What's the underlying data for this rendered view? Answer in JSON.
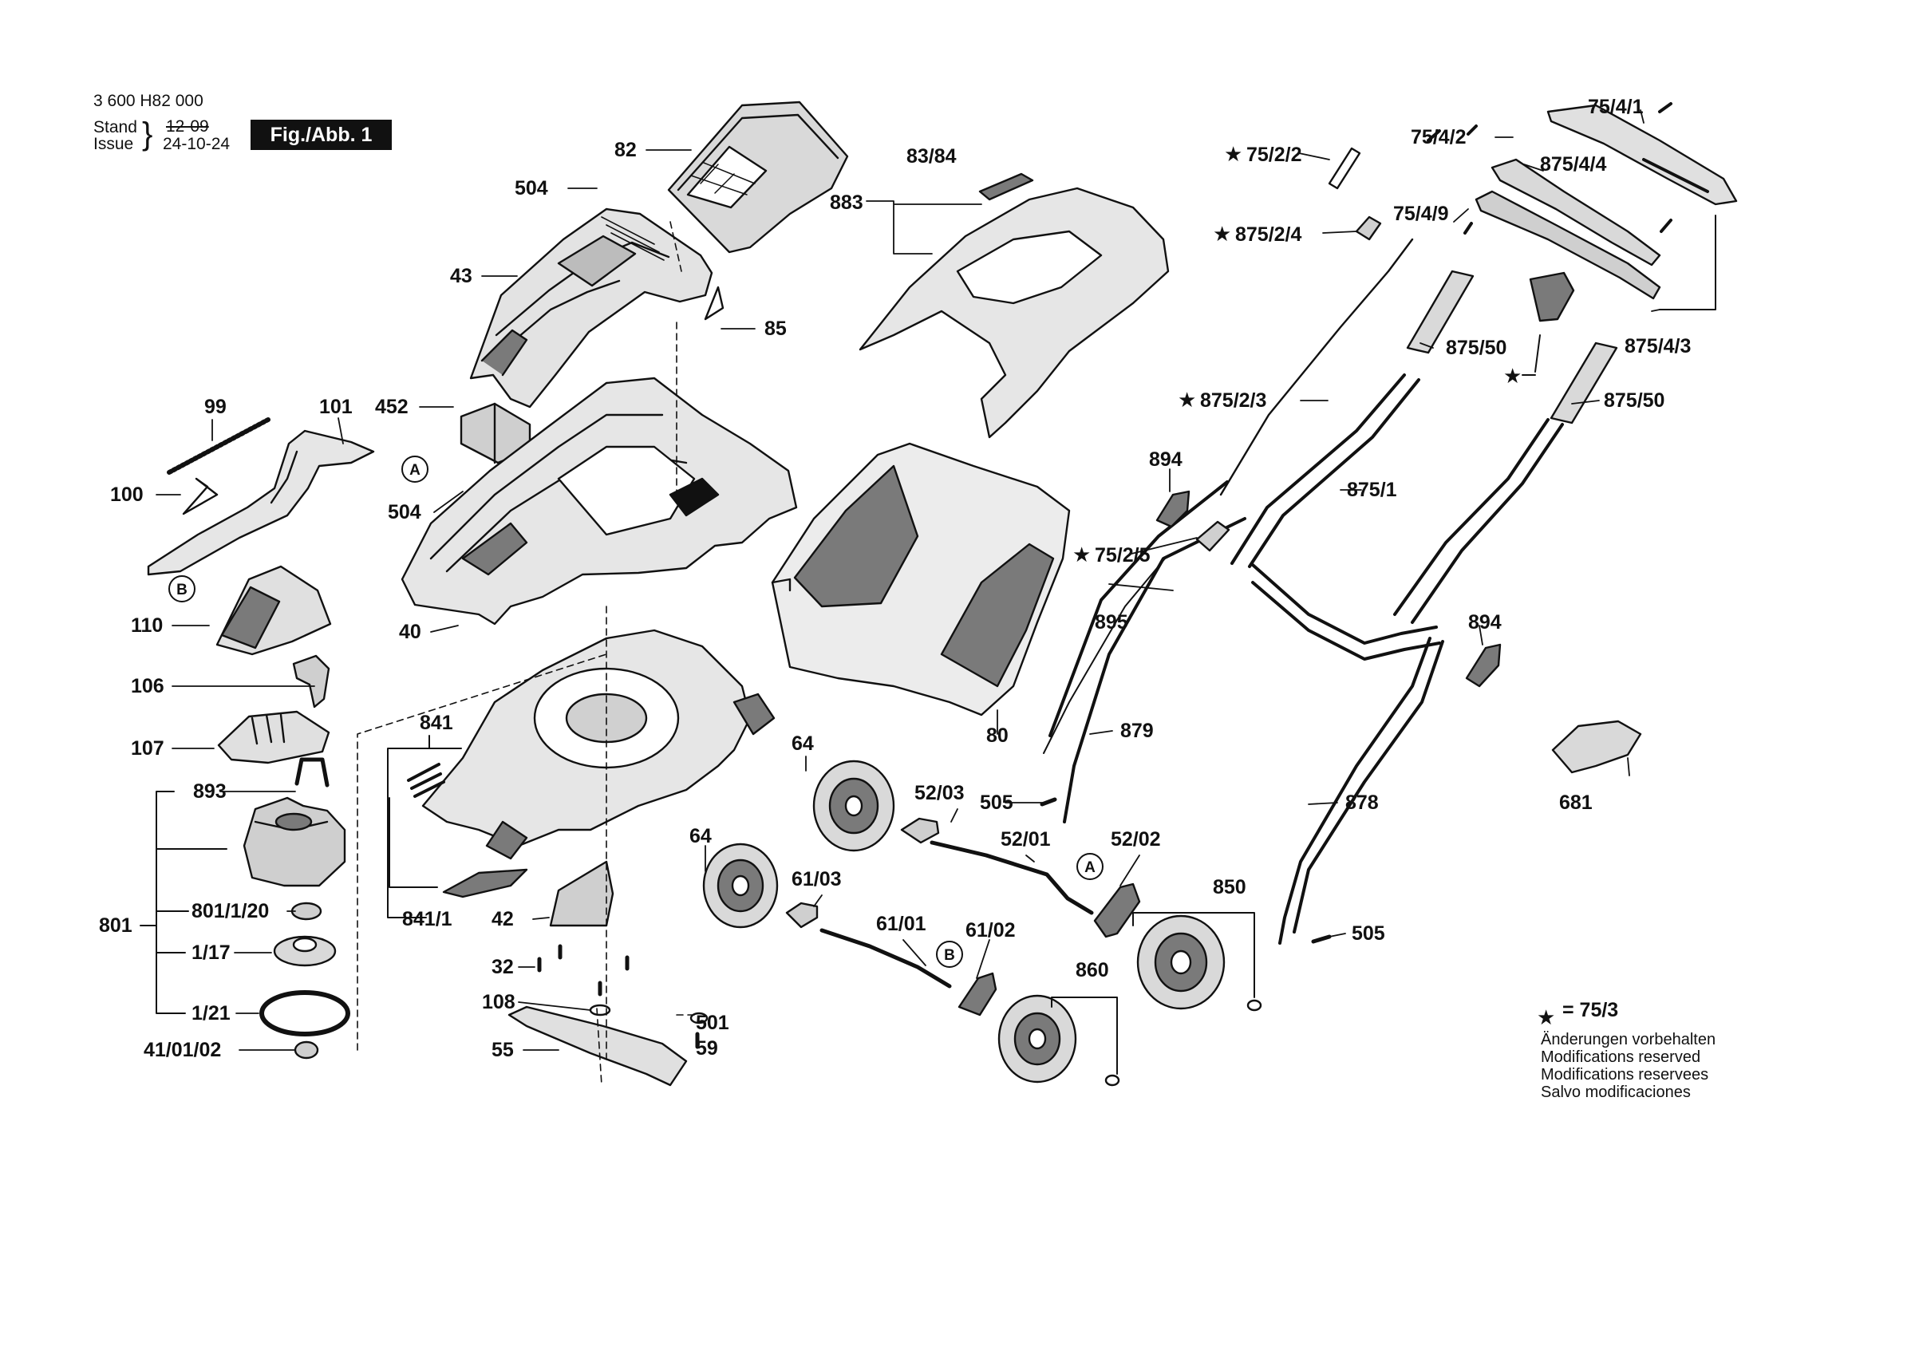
{
  "header": {
    "doc_number": "3 600 H82 000",
    "stand_label": "Stand",
    "issue_label": "Issue",
    "stand_value": "12-09",
    "issue_value": "24-10-24",
    "figure_label": "Fig./Abb. 1"
  },
  "parts": {
    "p82": "82",
    "p504a": "504",
    "p43": "43",
    "p85": "85",
    "p452": "452",
    "p504b": "504",
    "p40": "40",
    "p99": "99",
    "p101": "101",
    "p100": "100",
    "p110": "110",
    "p106": "106",
    "p107": "107",
    "p893": "893",
    "p801": "801",
    "p801_1_20": "801/1/20",
    "p1_17": "1/17",
    "p1_21": "1/21",
    "p41_01_02": "41/01/02",
    "p841": "841",
    "p841_1": "841/1",
    "p42": "42",
    "p32": "32",
    "p108": "108",
    "p55": "55",
    "p501": "501",
    "p59": "59",
    "p64a": "64",
    "p64b": "64",
    "p52_03": "52/03",
    "p52_01": "52/01",
    "p52_02": "52/02",
    "p61_03": "61/03",
    "p61_01": "61/01",
    "p61_02": "61/02",
    "p505a": "505",
    "p860": "860",
    "p850": "850",
    "p83_84": "83/84",
    "p883": "883",
    "p80": "80",
    "p879": "879",
    "p878": "878",
    "p505b": "505",
    "p894a": "894",
    "p894b": "894",
    "p895": "895",
    "p75_2_5": "75/2/5",
    "p75_2_2": "75/2/2",
    "p875_2_4": "875/2/4",
    "p875_2_3": "875/2/3",
    "p875_1": "875/1",
    "p75_4_1": "75/4/1",
    "p75_4_2": "75/4/2",
    "p875_4_4": "875/4/4",
    "p75_4_9": "75/4/9",
    "p875_50a": "875/50",
    "p875_50b": "875/50",
    "p875_4_3": "875/4/3",
    "p681": "681"
  },
  "callouts": {
    "a": "A",
    "b": "B"
  },
  "legend": {
    "star_note": "= 75/3",
    "lines": [
      "Änderungen vorbehalten",
      "Modifications reserved",
      "Modifications reservees",
      "Salvo modificaciones"
    ]
  },
  "colors": {
    "ink": "#111111",
    "shade": "#7a7a7a",
    "light": "#d9d9d9",
    "mid": "#a8a8a8"
  }
}
